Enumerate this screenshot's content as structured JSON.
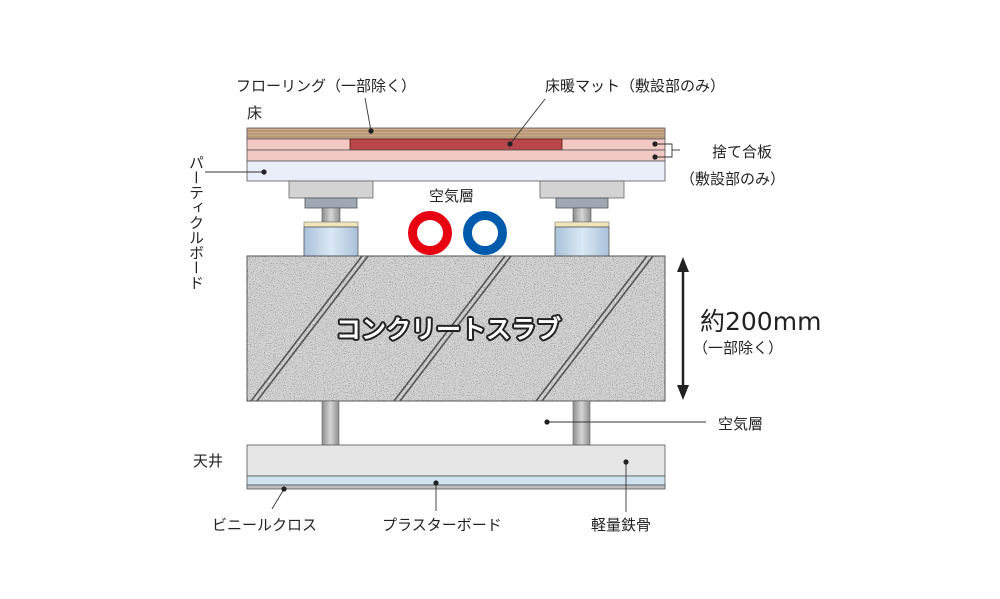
{
  "labels": {
    "flooring": "フローリング（一部除く）",
    "floor": "床",
    "heating_mat": "床暖マット（敷設部のみ）",
    "plywood": "捨て合板",
    "plywood_note": "（敷設部のみ）",
    "particle_board": "パーティクルボード",
    "air_layer_top": "空気層",
    "slab": "コンクリートスラブ",
    "thickness": "約200mm",
    "thickness_note": "（一部除く）",
    "air_layer_bottom": "空気層",
    "ceiling": "天井",
    "vinyl_cloth": "ビニールクロス",
    "plaster_board": "プラスターボード",
    "steel_frame": "軽量鉄骨"
  },
  "colors": {
    "hot_pipe": "#e60012",
    "cold_pipe": "#005bac",
    "heating_mat": "#b8464a",
    "plywood": "#f3c9c4",
    "particle_board": "#e9eef8",
    "concrete": "#d4d4d4",
    "ceiling_board": "#e6e6e6",
    "vinyl_cloth": "#cfe4f0"
  }
}
